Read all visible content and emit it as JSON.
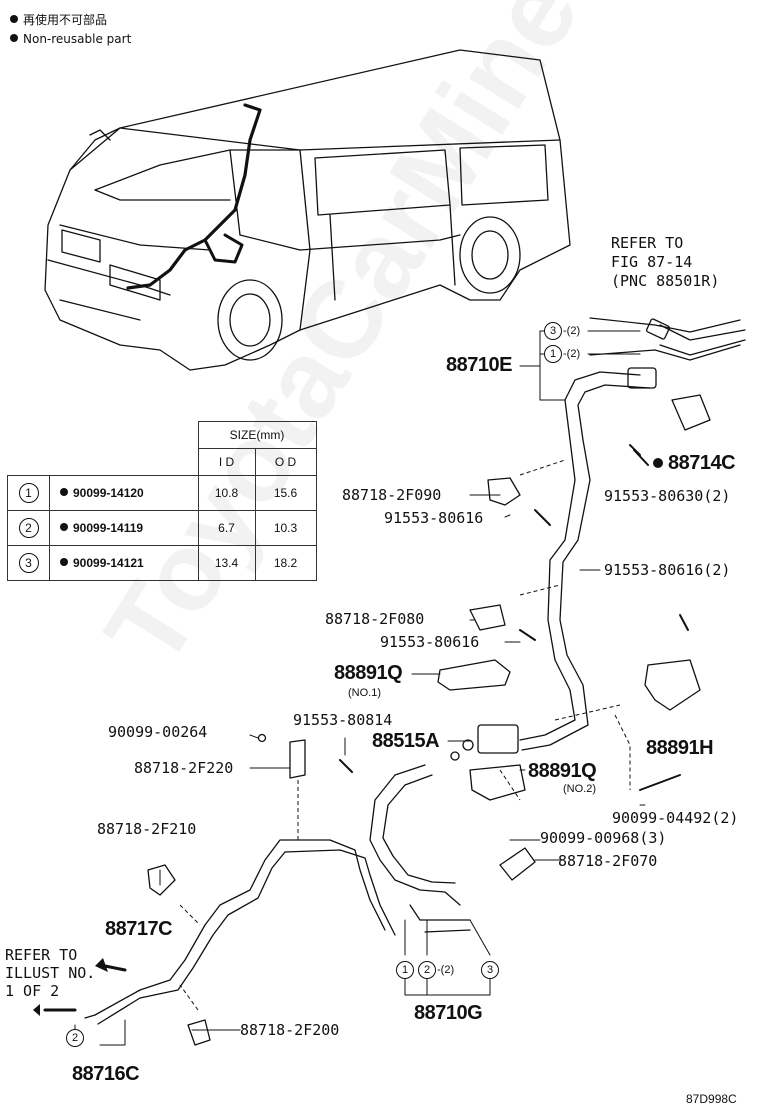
{
  "legend": {
    "jp": "再使用不可部品",
    "en": "Non-reusable part"
  },
  "table": {
    "size_header": "SIZE(mm)",
    "col_id": "I D",
    "col_od": "O D",
    "rows": [
      {
        "no": "1",
        "part": "90099-14120",
        "id": "10.8",
        "od": "15.6"
      },
      {
        "no": "2",
        "part": "90099-14119",
        "id": "6.7",
        "od": "10.3"
      },
      {
        "no": "3",
        "part": "90099-14121",
        "id": "13.4",
        "od": "18.2"
      }
    ]
  },
  "refer_top": [
    "REFER TO",
    "FIG 87-14",
    "(PNC 88501R)"
  ],
  "refer_left": [
    "REFER TO",
    "ILLUST NO.",
    "1 OF 2"
  ],
  "labels": {
    "p88710E": "88710E",
    "c3_2": "-(2)",
    "c1_2": "-(2)",
    "p88714C": "88714C",
    "p91553_80630": "91553-80630(2)",
    "p88718_2F090": "88718-2F090",
    "p91553_80616a": "91553-80616",
    "p91553_80616_2": "91553-80616(2)",
    "p88718_2F080": "88718-2F080",
    "p91553_80616b": "91553-80616",
    "p88891Q1": "88891Q",
    "no1": "(NO.1)",
    "p88891H": "88891H",
    "p90099_00264": "90099-00264",
    "p91553_80814": "91553-80814",
    "p88515A": "88515A",
    "p88718_2F220": "88718-2F220",
    "p88891Q2": "88891Q",
    "no2": "(NO.2)",
    "p90099_04492": "90099-04492(2)",
    "p90099_00968": "90099-00968(3)",
    "p88718_2F210": "88718-2F210",
    "p88718_2F070": "88718-2F070",
    "p88717C": "88717C",
    "p88718_2F200": "88718-2F200",
    "p88710G": "88710G",
    "p88716C": "88716C",
    "c2_bottom": "-(2)",
    "code": "87D998C"
  },
  "circles": {
    "one": "1",
    "two": "2",
    "three": "3"
  },
  "watermark": "ToyotaCarMine.ru"
}
